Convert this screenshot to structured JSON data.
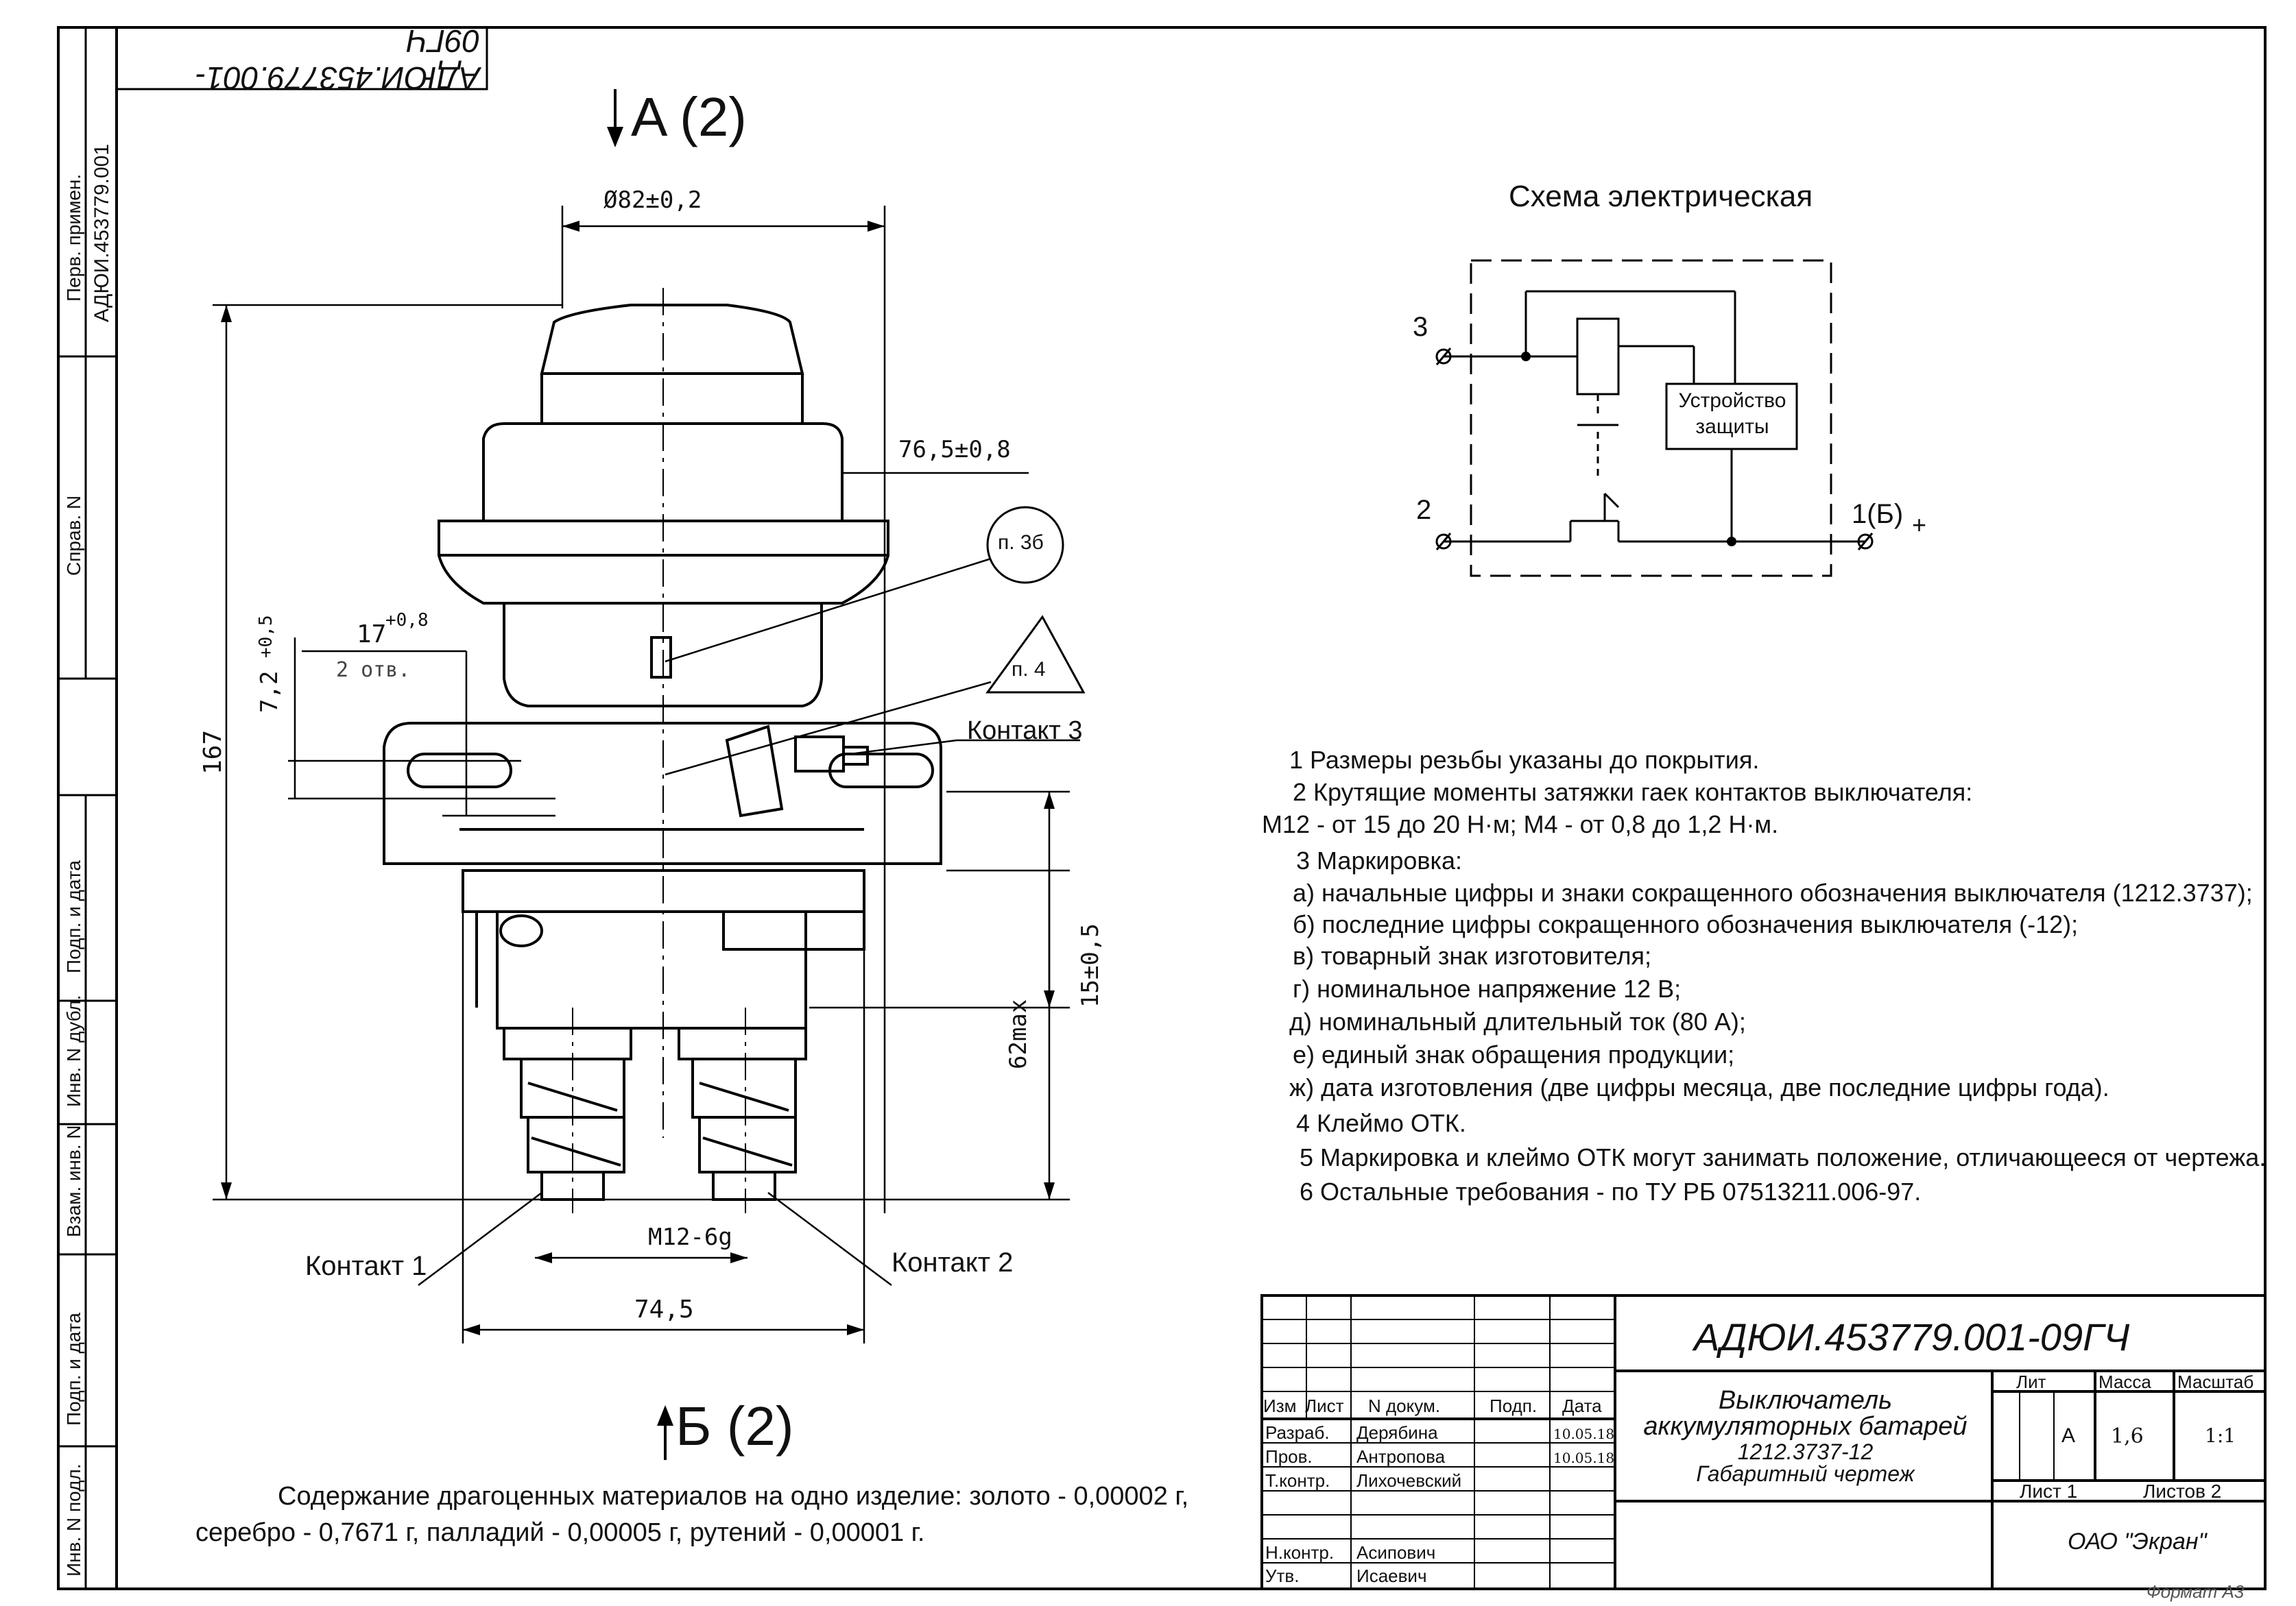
{
  "frame": {
    "top_stamp": "АДЮИ.453779.001-09ГЧ",
    "format_label": "Формат А3"
  },
  "left_strip": {
    "perv_primen_label": "Перв. примен.",
    "perv_primen_value": "АДЮИ.453779.001",
    "sprav_label": "Справ. N",
    "podp_data_1": "Подп. и дата",
    "inv_dubl": "Инв. N дубл.",
    "vzam_inv": "Взам. инв. N",
    "podp_data_2": "Подп. и дата",
    "inv_podl": "Инв. N подл."
  },
  "drawing": {
    "view_a": "A (2)",
    "view_b": "Б (2)",
    "dims": {
      "diameter": "Ø82±0,2",
      "d76": "76,5±0,8",
      "d17": "17",
      "d17_tol": "+0,8",
      "d2otv": "2 отв.",
      "d72": "7,2",
      "d72_tol": "+0,5",
      "d167": "167",
      "d15": "15±0,5",
      "d62": "62max",
      "m12": "M12-6g",
      "d74": "74,5"
    },
    "callouts": {
      "p3b": "п. 3б",
      "p4": "п. 4",
      "contact1": "Контакт 1",
      "contact2": "Контакт 2",
      "contact3": "Контакт 3"
    }
  },
  "schematic": {
    "title": "Схема электрическая",
    "device": [
      "Устройство",
      "защиты"
    ],
    "terminal_3": "3",
    "terminal_2": "2",
    "terminal_1": "1(Б)",
    "plus": "+"
  },
  "notes": [
    "1 Размеры резьбы указаны до покрытия.",
    "2  Крутящие моменты затяжки гаек контактов выключателя:",
    "М12 - от 15 до 20 Н·м;  М4 - от 0,8 до 1,2 Н·м.",
    "3  Маркировка:",
    "а)  начальные цифры и знаки сокращенного обозначения выключателя (1212.3737);",
    "б)  последние цифры сокращенного обозначения выключателя (-12);",
    "в)  товарный знак изготовителя;",
    "г)  номинальное напряжение 12 В;",
    "д) номинальный длительный ток (80 А);",
    "е)  единый знак обращения продукции;",
    "ж)  дата изготовления (две цифры месяца, две последние цифры года).",
    "4  Клеймо ОТК.",
    "5 Маркировка и клеймо ОТК могут занимать положение, отличающееся от чертежа.",
    "6  Остальные требования - по  ТУ РБ 07513211.006-97."
  ],
  "precious_metals": [
    "Содержание драгоценных материалов  на одно изделие: золото - 0,00002 г,",
    "серебро - 0,7671 г, палладий - 0,00005 г, рутений - 0,00001 г."
  ],
  "title_block": {
    "designation": "АДЮИ.453779.001-09ГЧ",
    "name_lines": [
      "Выключатель",
      "аккумуляторных батарей",
      "1212.3737-12",
      "Габаритный чертеж"
    ],
    "head": [
      "Изм",
      "Лист",
      "N докум.",
      "Подп.",
      "Дата"
    ],
    "rows": [
      {
        "role": "Разраб.",
        "name": "Дерябина",
        "date": "10.05.18"
      },
      {
        "role": "Пров.",
        "name": "Антропова",
        "date": "10.05.18"
      },
      {
        "role": "Т.контр.",
        "name": "Лихочевский",
        "date": ""
      },
      {
        "role": "",
        "name": "",
        "date": ""
      },
      {
        "role": "Н.контр.",
        "name": "Асипович",
        "date": ""
      },
      {
        "role": "Утв.",
        "name": "Исаевич",
        "date": ""
      }
    ],
    "lit_label": "Лит",
    "massa_label": "Масса",
    "masshtab_label": "Масштаб",
    "lit_value": "А",
    "massa_value": "1,6",
    "masshtab_value": "1:1",
    "sheet_label": "Лист 1",
    "sheets_label": "Листов 2",
    "company": "ОАО \"Экран\""
  }
}
